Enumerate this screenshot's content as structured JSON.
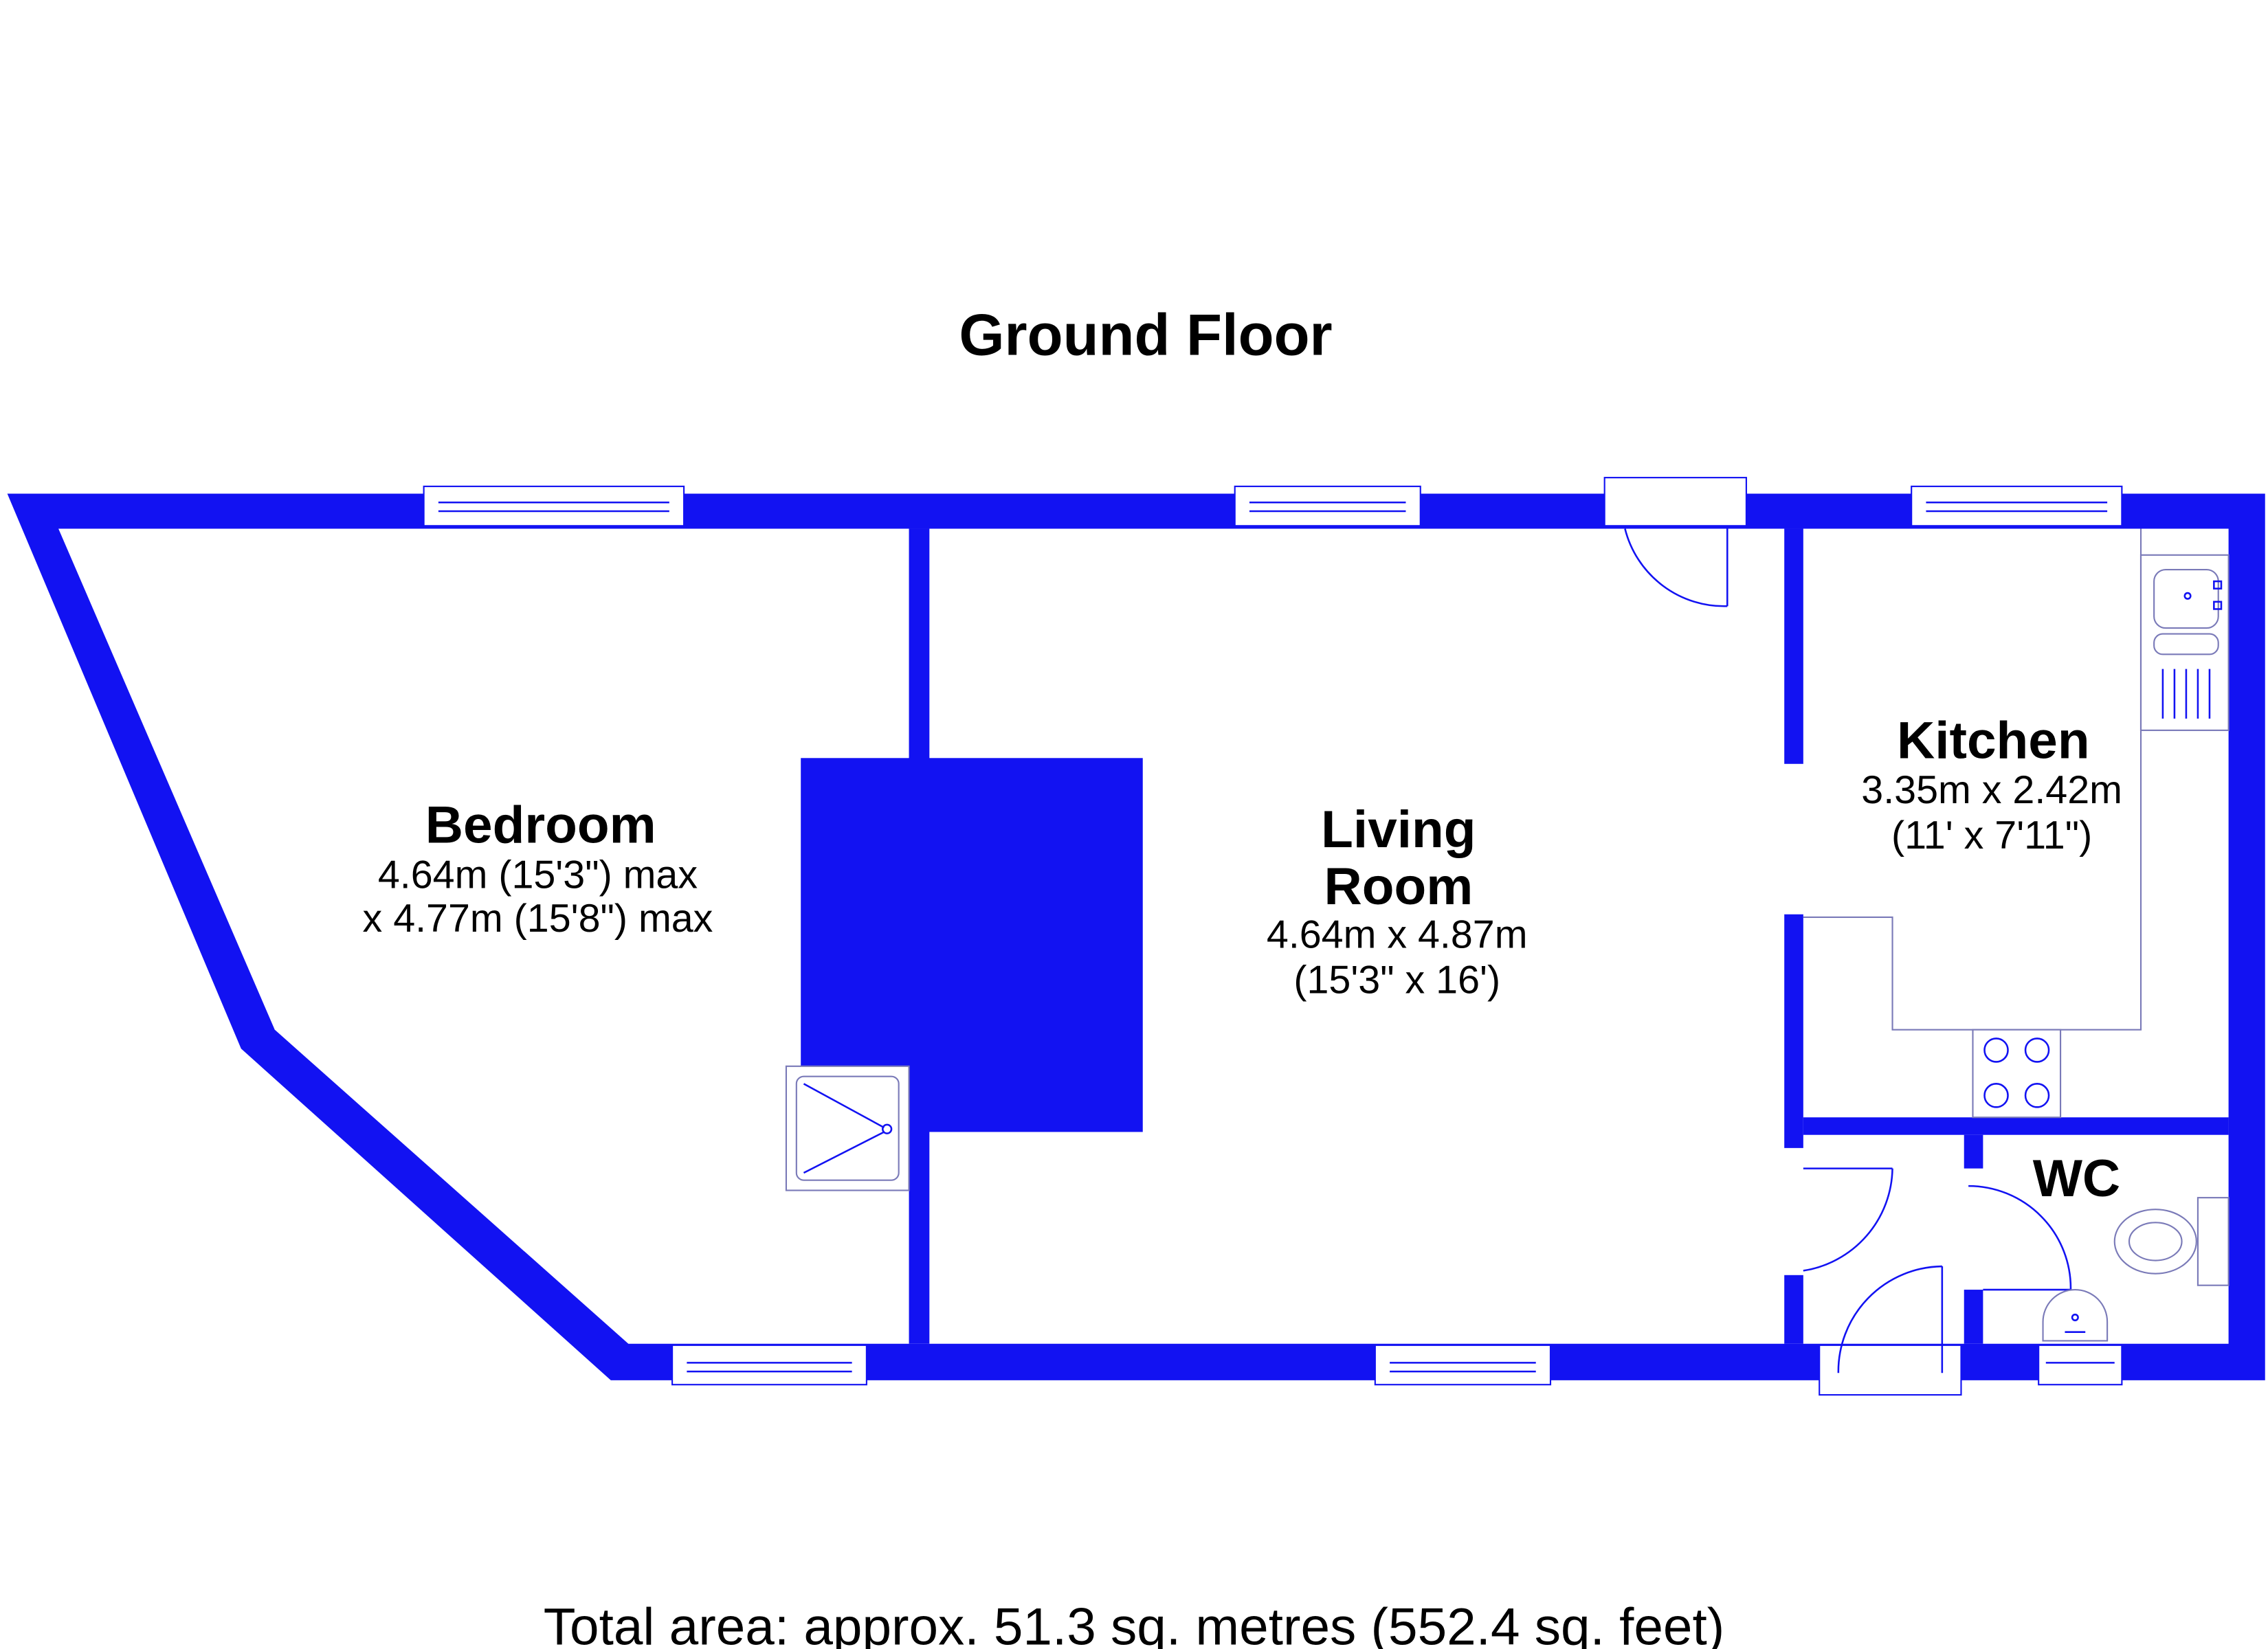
{
  "title": "Ground Floor",
  "rooms": {
    "bedroom": {
      "name": "Bedroom",
      "dim1": "4.64m (15'3\") max",
      "dim2": "x 4.77m (15'8\") max"
    },
    "living": {
      "name1": "Living",
      "name2": "Room",
      "dim1": "4.64m x 4.87m",
      "dim2": "(15'3\" x 16')"
    },
    "kitchen": {
      "name": "Kitchen",
      "dim1": "3.35m x 2.42m",
      "dim2": "(11' x 7'11\")"
    },
    "wc": {
      "name": "WC"
    }
  },
  "total_area": "Total area: approx. 51.3 sq. metres (552.4 sq. feet)",
  "colors": {
    "wall": "#1212f2"
  }
}
